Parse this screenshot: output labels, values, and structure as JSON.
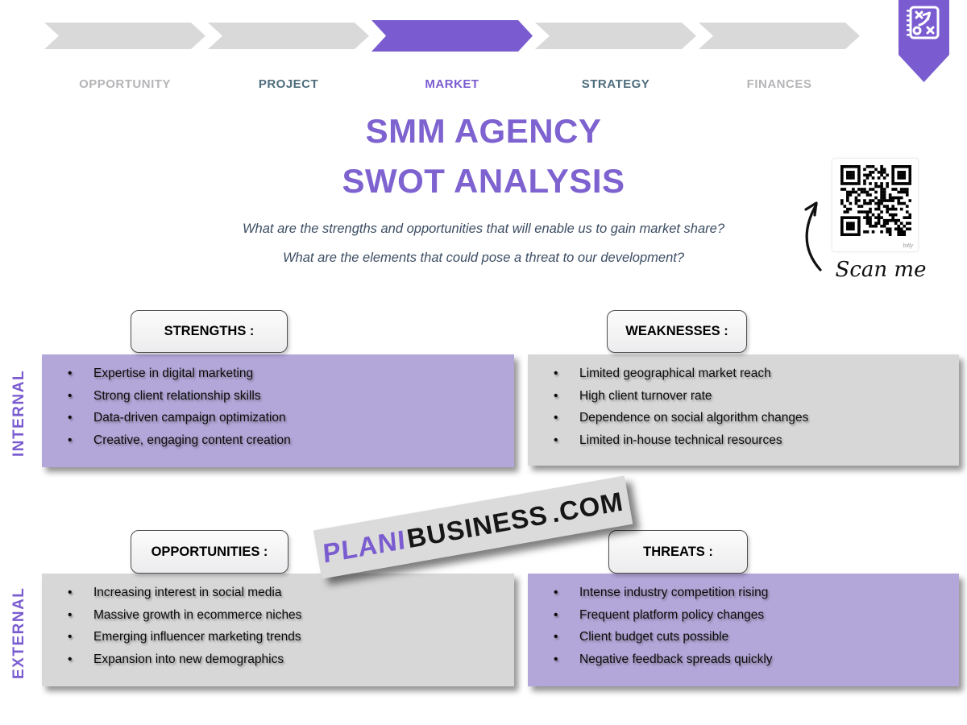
{
  "breadcrumb": {
    "steps": [
      {
        "label": "OPPORTUNITY",
        "state": "upcoming"
      },
      {
        "label": "PROJECT",
        "state": "done"
      },
      {
        "label": "MARKET",
        "state": "active"
      },
      {
        "label": "STRATEGY",
        "state": "done"
      },
      {
        "label": "FINANCES",
        "state": "upcoming"
      }
    ]
  },
  "header": {
    "title_line1": "SMM AGENCY",
    "title_line2": "SWOT ANALYSIS",
    "subtitle_line1": "What are the strengths and opportunities that will enable us to gain market share?",
    "subtitle_line2": "What are the elements that could pose a threat to our development?"
  },
  "qr": {
    "label": "Scan me",
    "brand": "bitly"
  },
  "watermark": {
    "part1": "PLANI",
    "part2": "BUSINESS",
    "part3": ".COM"
  },
  "swot": {
    "internal_label": "INTERNAL",
    "external_label": "EXTERNAL",
    "quadrants": [
      {
        "title": "STRENGTHS :",
        "tone": "purple",
        "items": [
          "Expertise in digital marketing",
          "Strong client relationship skills",
          "Data-driven campaign optimization",
          "Creative, engaging content creation"
        ]
      },
      {
        "title": "WEAKNESSES :",
        "tone": "gray",
        "items": [
          "Limited geographical market reach",
          "High client turnover rate",
          "Dependence on social algorithm changes",
          "Limited in-house technical resources"
        ]
      },
      {
        "title": "OPPORTUNITIES :",
        "tone": "gray",
        "items": [
          "Increasing interest in social media",
          "Massive growth in ecommerce niches",
          "Emerging influencer marketing trends",
          "Expansion into new demographics"
        ]
      },
      {
        "title": "THREATS :",
        "tone": "purple",
        "items": [
          "Intense industry competition rising",
          "Frequent platform policy changes",
          "Client budget cuts possible",
          "Negative feedback spreads quickly"
        ]
      }
    ]
  },
  "colors": {
    "accent_purple": "#7a5cd0",
    "title_purple": "#7d62d0",
    "light_purple_box": "#b3a6d9",
    "gray_box": "#d7d7d7",
    "chevron_gray": "#d9d9d9",
    "label_gray": "#b5b5b8",
    "label_slate": "#4e6d7d",
    "subtitle_text": "#3c4d63"
  }
}
